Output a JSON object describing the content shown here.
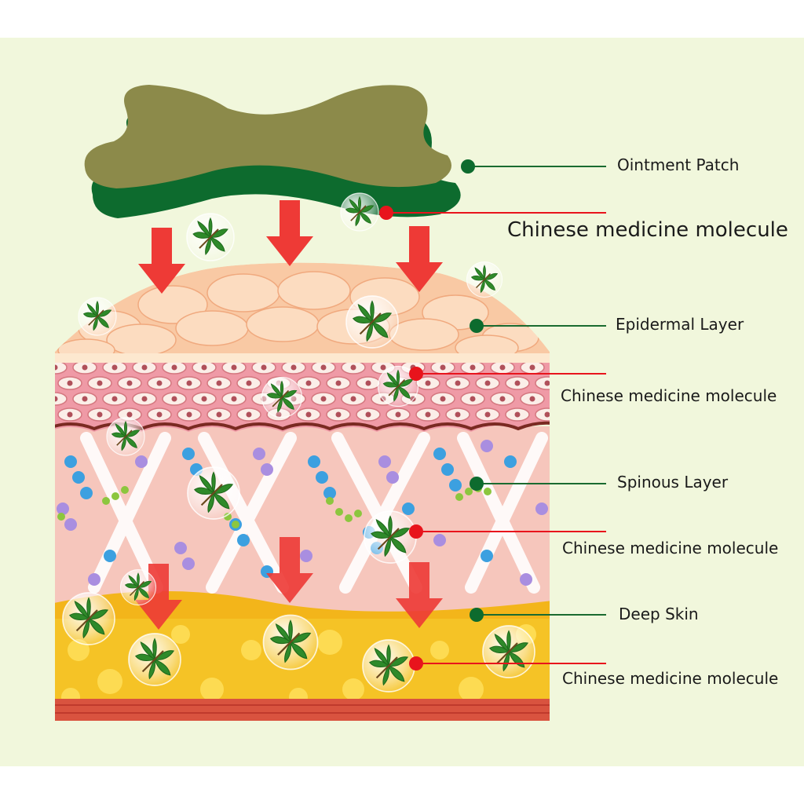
{
  "labels": {
    "ointment_patch": "Ointment Patch",
    "molecule_1": "Chinese medicine molecule",
    "epidermal": "Epidermal Layer",
    "molecule_2": "Chinese medicine molecule",
    "spinous": "Spinous Layer",
    "molecule_3": "Chinese medicine molecule",
    "deep": "Deep Skin",
    "molecule_4": "Chinese medicine molecule"
  },
  "colors": {
    "background": "#f1f7dc",
    "patch_top": "#8c8a4a",
    "patch_bottom": "#0d6b2e",
    "arrow": "#ee3a36",
    "green_dot": "#0d6b2e",
    "red_dot": "#e8141c",
    "epidermis": "#f9c9a4",
    "cell_layer": "#ef9aa6",
    "dermis": "#f6c6bc",
    "deep_skin": "#f5c326",
    "muscle": "#d9533f"
  },
  "icons": [
    "herb-leaf-icon",
    "down-arrow-icon"
  ]
}
